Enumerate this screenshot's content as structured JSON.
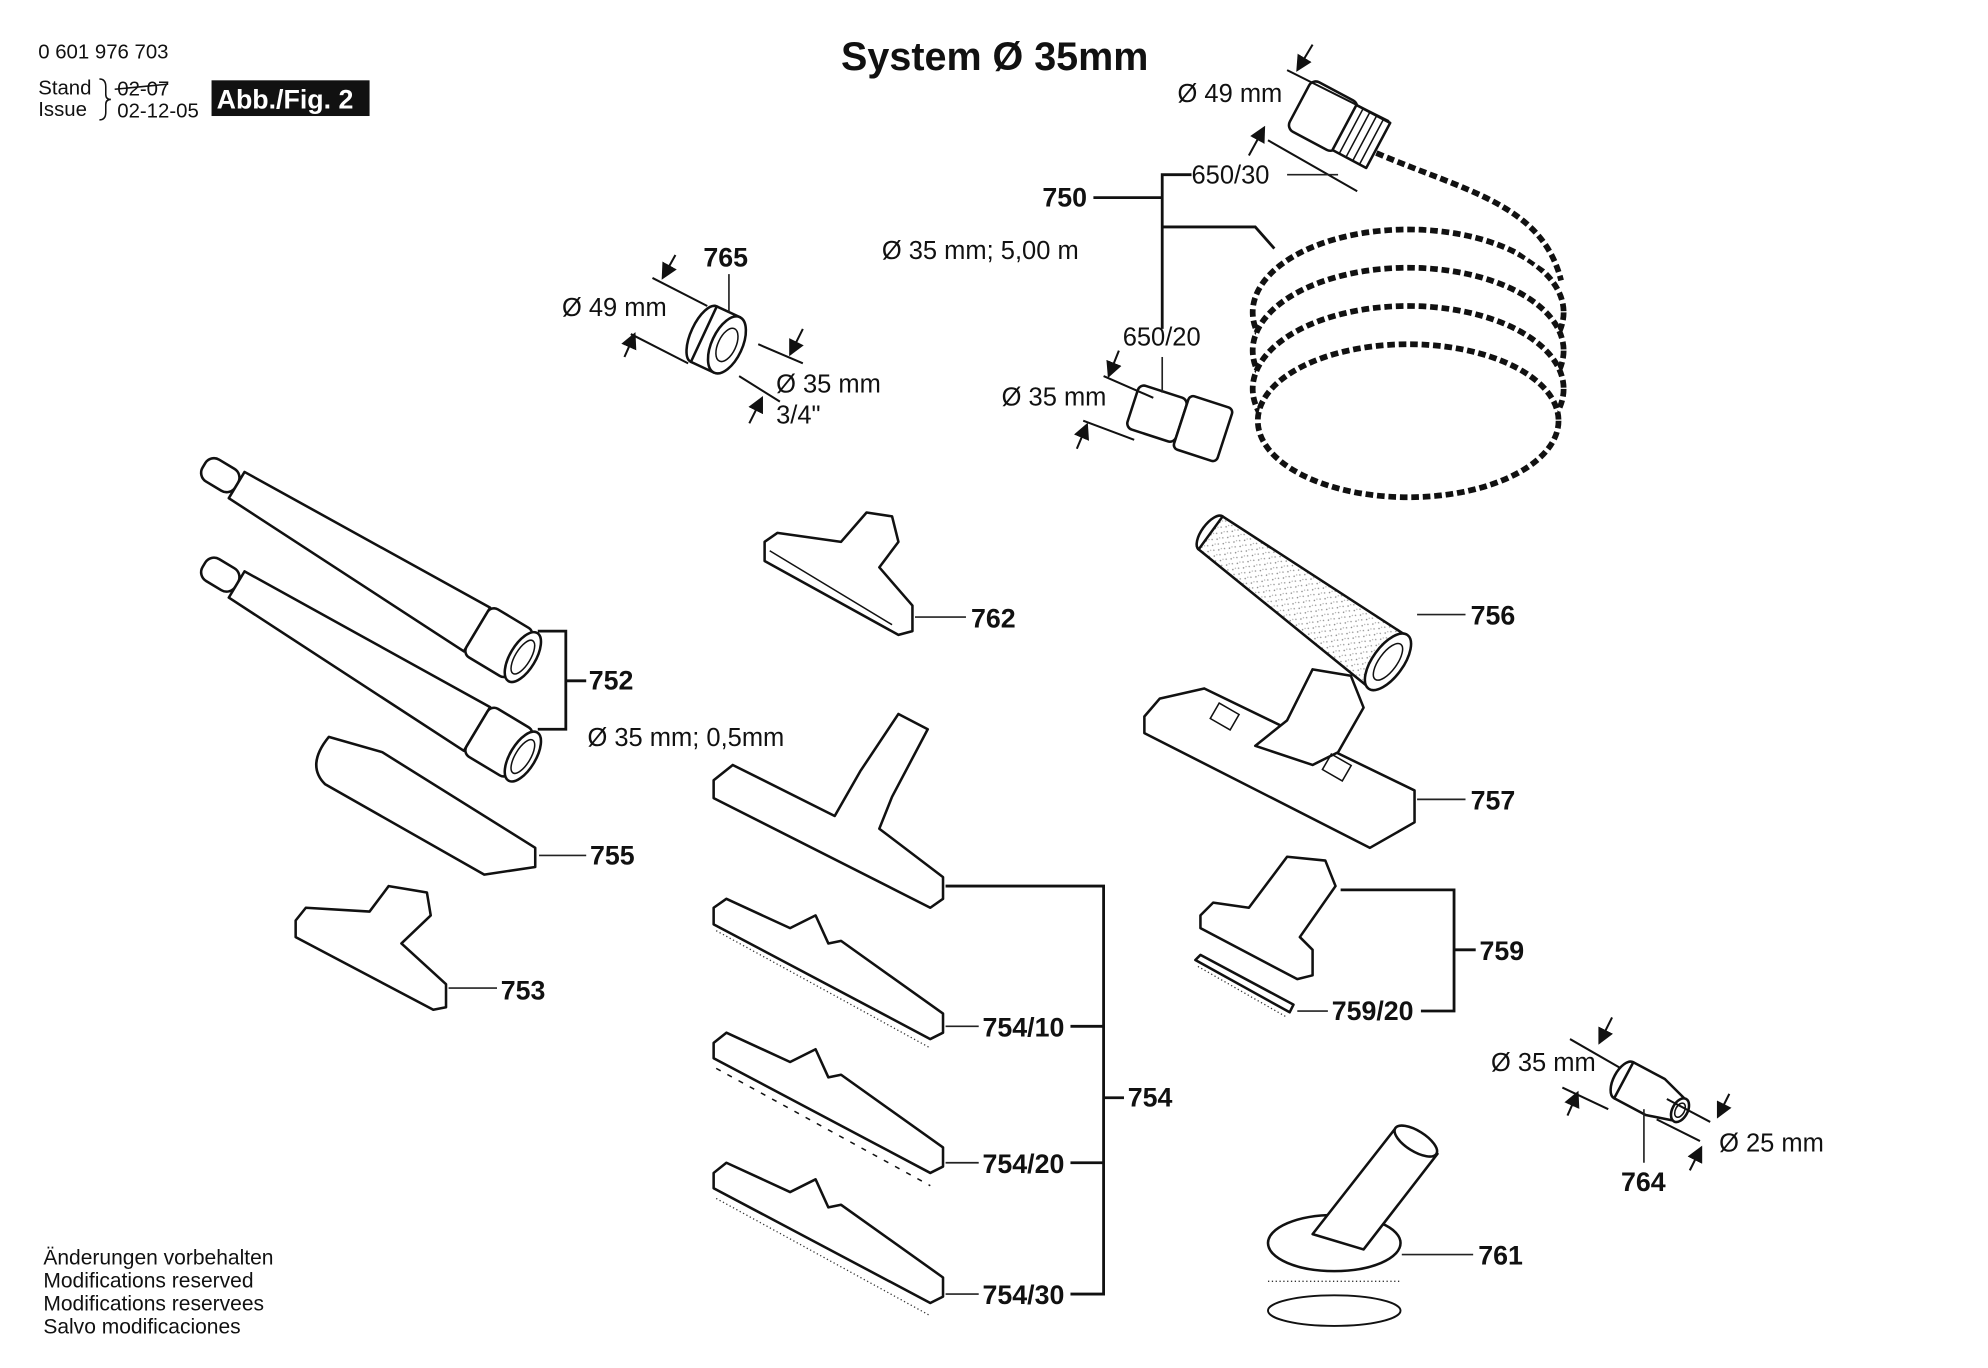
{
  "header": {
    "part_number": "0 601 976 703",
    "stand_label": "Stand",
    "issue_label": "Issue",
    "old_date": "02-07",
    "issue_date": "02-12-05",
    "figure_label": "Abb./Fig. 2"
  },
  "title": "System Ø 35mm",
  "parts": {
    "p750": {
      "number": "750",
      "spec": "Ø 35 mm; 5,00 m",
      "sub_top": "650/30",
      "sub_bottom": "650/20",
      "dim_top": "Ø 49 mm",
      "dim_bottom": "Ø 35 mm"
    },
    "p765": {
      "number": "765",
      "dim_outer": "Ø 49 mm",
      "dim_inner": "Ø 35 mm",
      "thread": "3/4\""
    },
    "p752": {
      "number": "752",
      "spec": "Ø 35 mm; 0,5mm"
    },
    "p755": {
      "number": "755"
    },
    "p753": {
      "number": "753"
    },
    "p762": {
      "number": "762"
    },
    "p754": {
      "number": "754",
      "subs": [
        "754/10",
        "754/20",
        "754/30"
      ]
    },
    "p756": {
      "number": "756"
    },
    "p757": {
      "number": "757"
    },
    "p759": {
      "number": "759",
      "sub": "759/20"
    },
    "p764": {
      "number": "764",
      "dim_large": "Ø 35 mm",
      "dim_small": "Ø 25 mm"
    },
    "p761": {
      "number": "761"
    }
  },
  "footer": {
    "lines": [
      "Änderungen vorbehalten",
      "Modifications reserved",
      "Modifications reservees",
      "Salvo modificaciones"
    ]
  }
}
